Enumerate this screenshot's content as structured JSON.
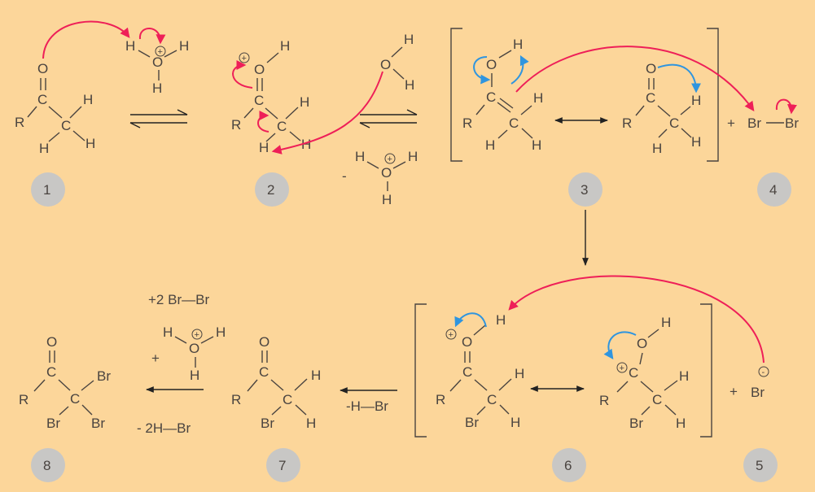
{
  "colors": {
    "background": "#fcd69a",
    "ink": "#4a4440",
    "arrow_red": "#ee1f58",
    "arrow_blue": "#2f95df",
    "badge": "#c8c7c5"
  },
  "atoms": {
    "O": "O",
    "C": "C",
    "H": "H",
    "R": "R",
    "Br": "Br"
  },
  "charges": {
    "plus": "+",
    "minus": "-"
  },
  "steps": [
    "1",
    "2",
    "3",
    "4",
    "5",
    "6",
    "7",
    "8"
  ],
  "labels": {
    "minus_sign": "-",
    "plus_sign": "+",
    "minus_hbr": "-H—Br",
    "minus_2hbr": "- 2H—Br",
    "plus_2brbr": "+2 Br—Br"
  }
}
